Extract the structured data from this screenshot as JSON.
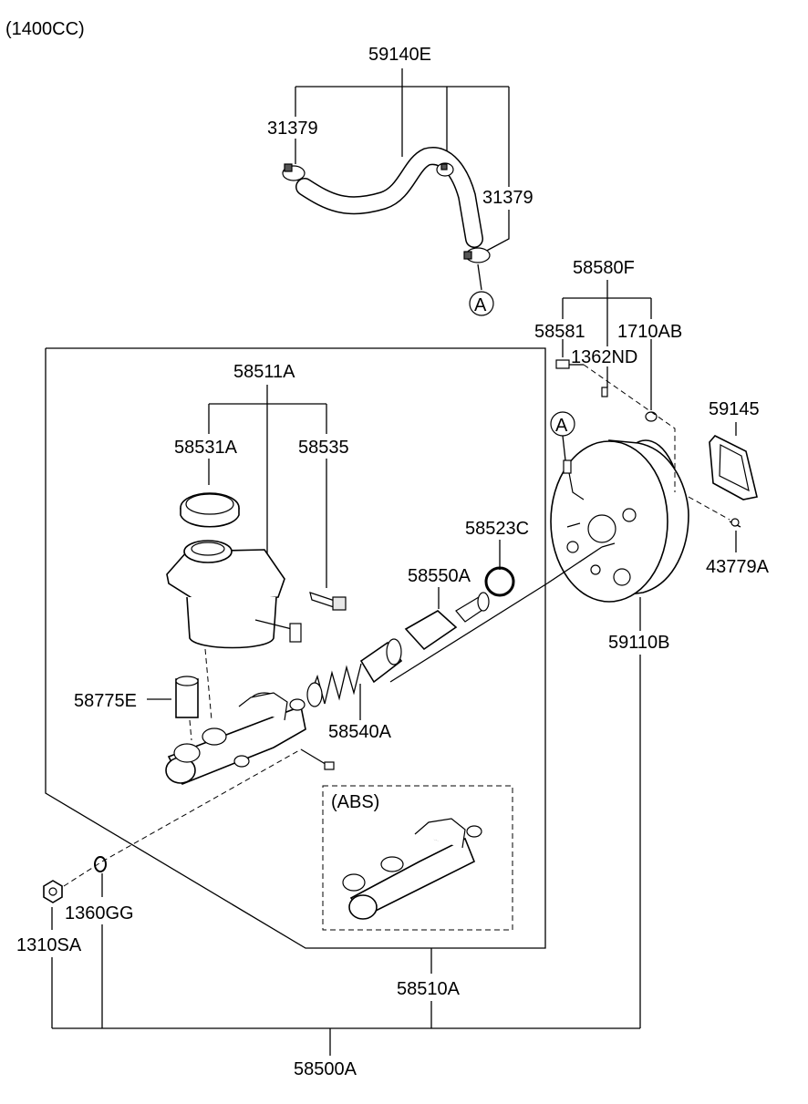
{
  "header": {
    "variant": "(1400CC)"
  },
  "callouts": {
    "ref_a": "A",
    "abs": "(ABS)"
  },
  "parts": [
    {
      "id": "p59140e",
      "number": "59140E"
    },
    {
      "id": "p31379a",
      "number": "31379"
    },
    {
      "id": "p31379b",
      "number": "31379"
    },
    {
      "id": "p58580f",
      "number": "58580F"
    },
    {
      "id": "p58581",
      "number": "58581"
    },
    {
      "id": "p1710ab",
      "number": "1710AB"
    },
    {
      "id": "p1362nd",
      "number": "1362ND"
    },
    {
      "id": "p58511a",
      "number": "58511A"
    },
    {
      "id": "p58531a",
      "number": "58531A"
    },
    {
      "id": "p58535",
      "number": "58535"
    },
    {
      "id": "p59145",
      "number": "59145"
    },
    {
      "id": "p58523c",
      "number": "58523C"
    },
    {
      "id": "p58550a",
      "number": "58550A"
    },
    {
      "id": "p43779a",
      "number": "43779A"
    },
    {
      "id": "p59110b",
      "number": "59110B"
    },
    {
      "id": "p58775e",
      "number": "58775E"
    },
    {
      "id": "p58540a",
      "number": "58540A"
    },
    {
      "id": "p1360gg",
      "number": "1360GG"
    },
    {
      "id": "p1310sa",
      "number": "1310SA"
    },
    {
      "id": "p58510a",
      "number": "58510A"
    },
    {
      "id": "p58500a",
      "number": "58500A"
    }
  ]
}
